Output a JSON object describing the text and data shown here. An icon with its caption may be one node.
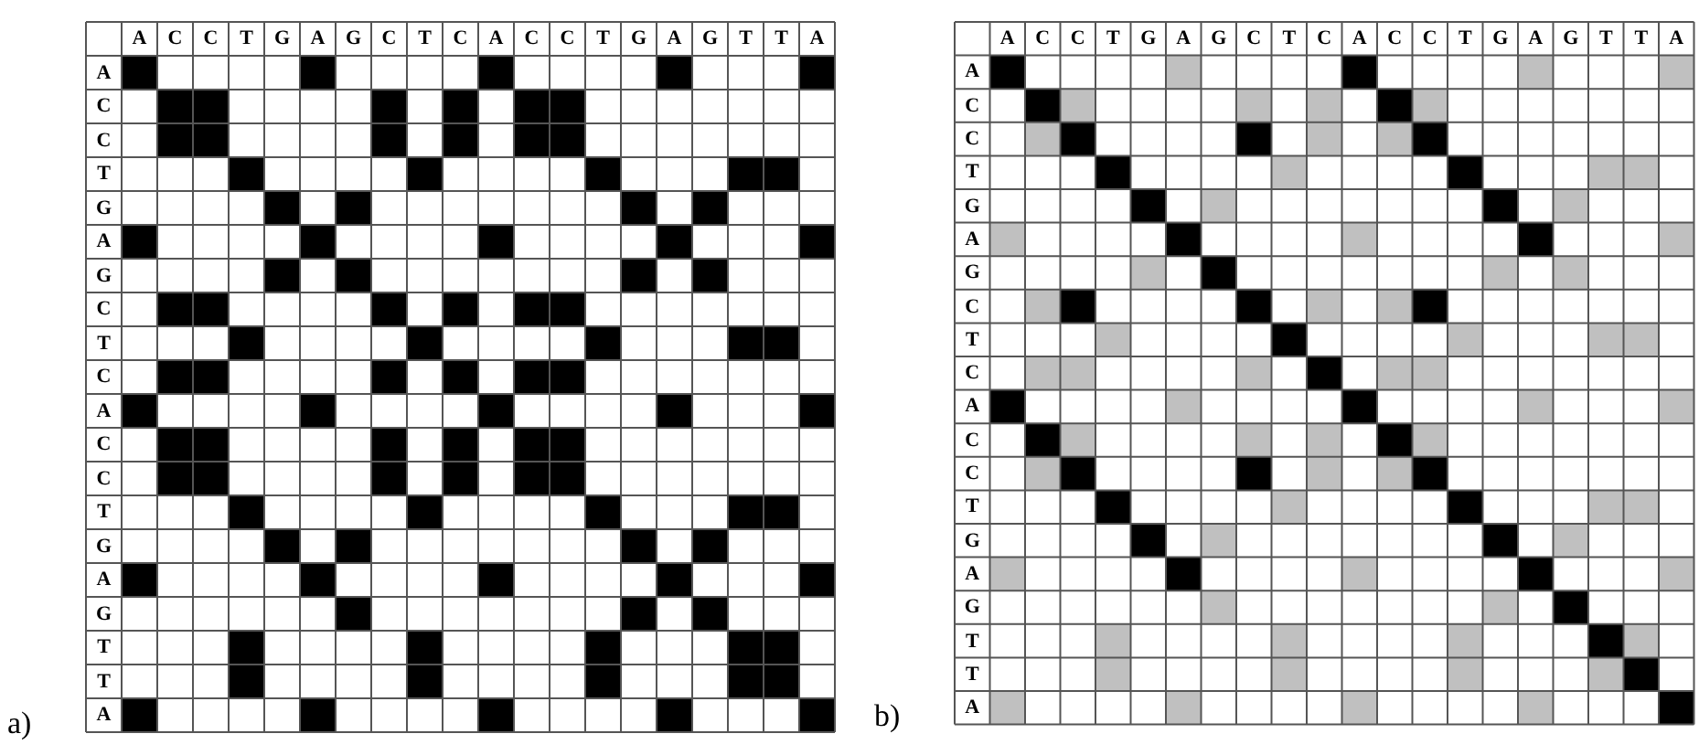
{
  "diagram": {
    "labels": [
      "A",
      "C",
      "C",
      "T",
      "G",
      "A",
      "G",
      "C",
      "T",
      "C",
      "A",
      "C",
      "C",
      "T",
      "G",
      "A",
      "G",
      "T",
      "T",
      "A",
      "A",
      "C",
      "C",
      "T",
      "G",
      "A",
      "G",
      "C",
      "T",
      "C",
      "A",
      "C",
      "C",
      "T",
      "G",
      "A",
      "G",
      "T",
      "T",
      "A",
      "a)",
      "A",
      "C",
      "C",
      "T",
      "G",
      "A",
      "G",
      "C",
      "T",
      "C",
      "A",
      "C",
      "C",
      "T",
      "G",
      "A",
      "G",
      "T",
      "T",
      "A",
      "A",
      "C",
      "C",
      "T",
      "G",
      "A",
      "G",
      "C",
      "T",
      "C",
      "A",
      "C",
      "C",
      "T",
      "G",
      "A",
      "G",
      "T",
      "T",
      "A",
      "b)"
    ]
  }
}
